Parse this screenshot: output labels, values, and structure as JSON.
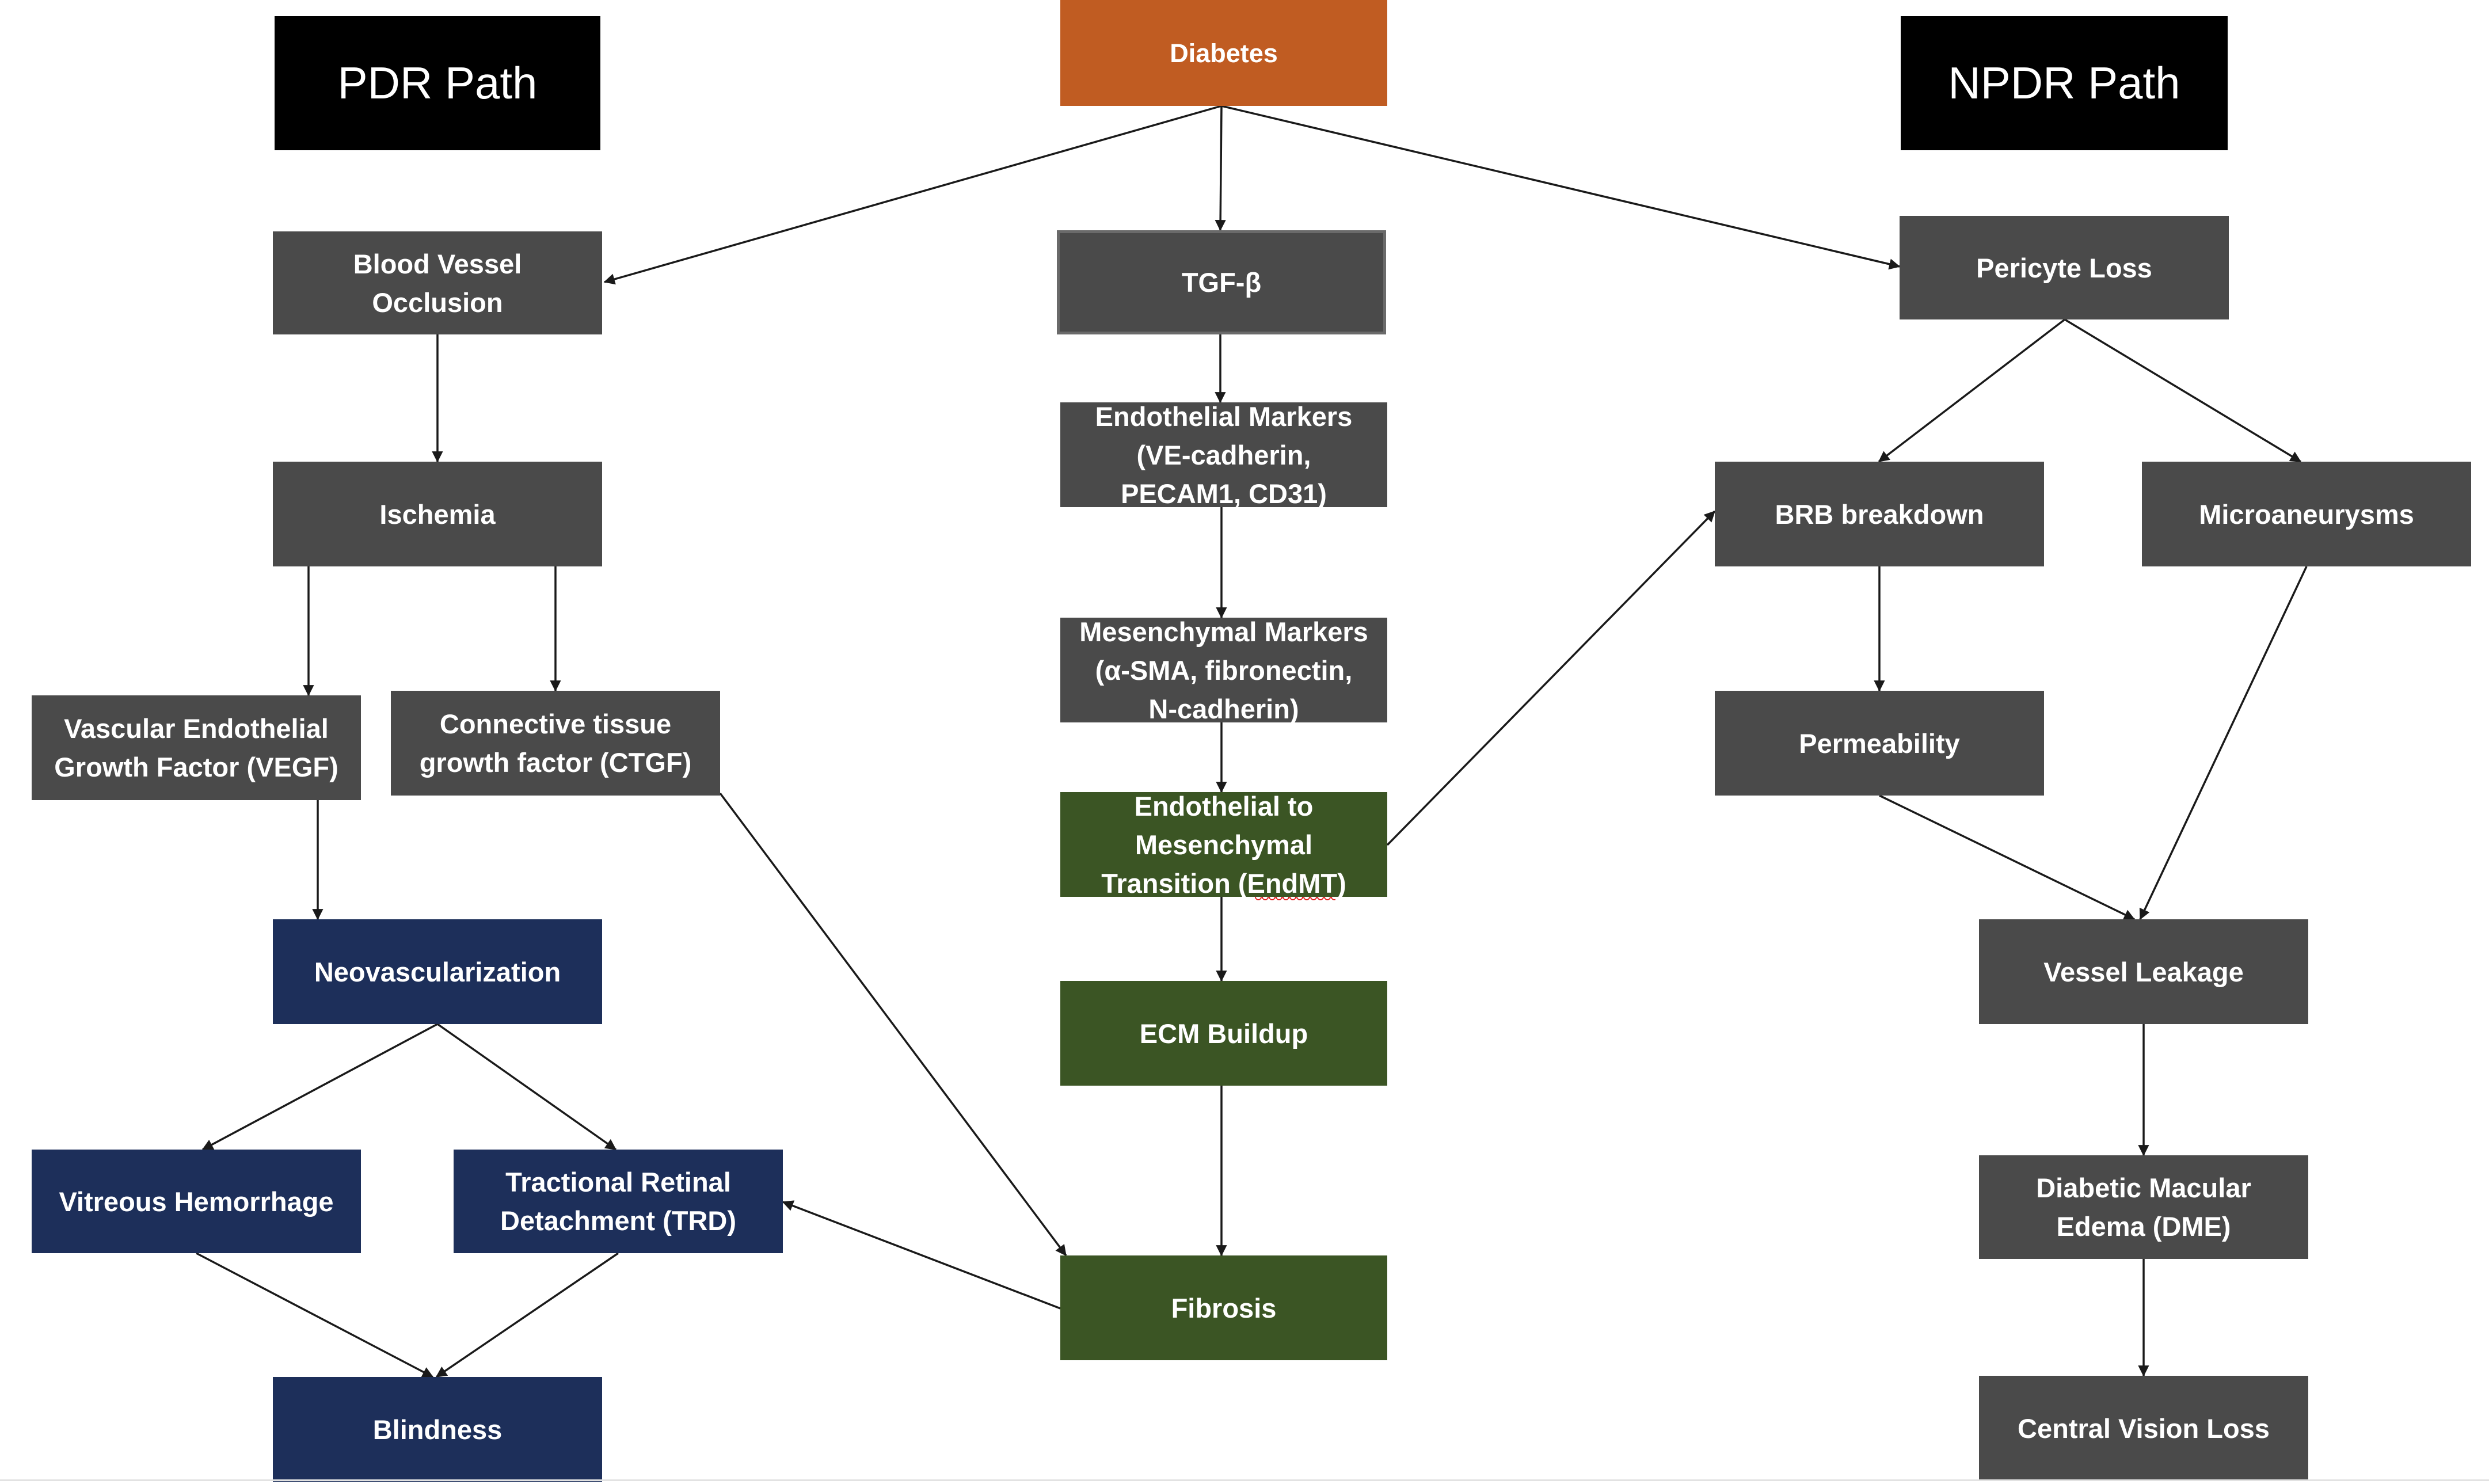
{
  "headers": {
    "pdr": "PDR Path",
    "npdr": "NPDR Path"
  },
  "nodes": {
    "diabetes": "Diabetes",
    "tgf_beta": "TGF-β",
    "endothelial_markers": "Endothelial Markers\n(VE-cadherin,\nPECAM1, CD31)",
    "mesenchymal_markers": "Mesenchymal Markers\n(α-SMA, fibronectin,\nN-cadherin)",
    "endmt": "Endothelial to\nMesenchymal\nTransition (EndMT)",
    "ecm_buildup": "ECM Buildup",
    "fibrosis": "Fibrosis",
    "blood_vessel_occlusion": "Blood Vessel\nOcclusion",
    "ischemia": "Ischemia",
    "vegf": "Vascular Endothelial\nGrowth Factor (VEGF)",
    "ctgf": "Connective tissue\ngrowth factor (CTGF)",
    "neovascularization": "Neovascularization",
    "vitreous_hemorrhage": "Vitreous Hemorrhage",
    "trd": "Tractional Retinal\nDetachment (TRD)",
    "blindness": "Blindness",
    "pericyte_loss": "Pericyte Loss",
    "brb_breakdown": "BRB breakdown",
    "microaneurysms": "Microaneurysms",
    "permeability": "Permeability",
    "vessel_leakage": "Vessel Leakage",
    "dme": "Diabetic Macular\nEdema (DME)",
    "central_vision_loss": "Central Vision Loss"
  },
  "colors": {
    "gray": "#4a4a4a",
    "navy": "#1d2f5a",
    "green": "#3b5524",
    "orange": "#c05c22",
    "black": "#000000",
    "arrow": "#1a1a1a"
  },
  "edges": [
    [
      "diabetes",
      "blood_vessel_occlusion"
    ],
    [
      "diabetes",
      "tgf_beta"
    ],
    [
      "diabetes",
      "pericyte_loss"
    ],
    [
      "blood_vessel_occlusion",
      "ischemia"
    ],
    [
      "ischemia",
      "vegf"
    ],
    [
      "ischemia",
      "ctgf"
    ],
    [
      "vegf",
      "neovascularization"
    ],
    [
      "neovascularization",
      "vitreous_hemorrhage"
    ],
    [
      "neovascularization",
      "trd"
    ],
    [
      "vitreous_hemorrhage",
      "blindness"
    ],
    [
      "trd",
      "blindness"
    ],
    [
      "ctgf",
      "fibrosis"
    ],
    [
      "fibrosis",
      "trd"
    ],
    [
      "tgf_beta",
      "endothelial_markers"
    ],
    [
      "endothelial_markers",
      "mesenchymal_markers"
    ],
    [
      "mesenchymal_markers",
      "endmt"
    ],
    [
      "endmt",
      "ecm_buildup"
    ],
    [
      "ecm_buildup",
      "fibrosis"
    ],
    [
      "endmt",
      "brb_breakdown"
    ],
    [
      "pericyte_loss",
      "brb_breakdown"
    ],
    [
      "pericyte_loss",
      "microaneurysms"
    ],
    [
      "brb_breakdown",
      "permeability"
    ],
    [
      "permeability",
      "vessel_leakage"
    ],
    [
      "microaneurysms",
      "vessel_leakage"
    ],
    [
      "vessel_leakage",
      "dme"
    ],
    [
      "dme",
      "central_vision_loss"
    ]
  ]
}
